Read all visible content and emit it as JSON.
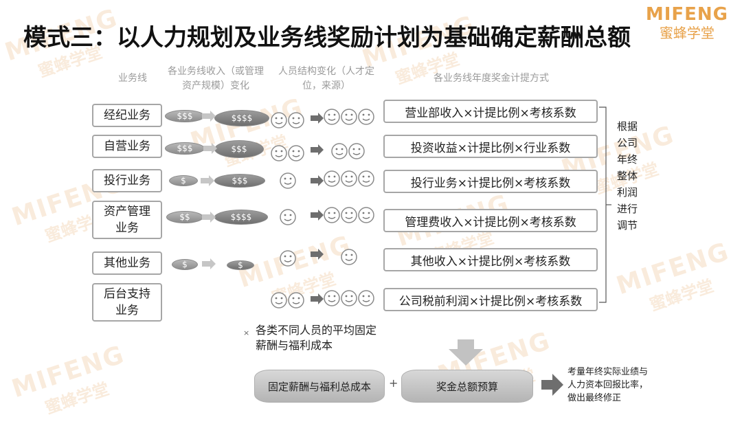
{
  "title": "模式三：以人力规划及业务线奖励计划为基础确定薪酬总额",
  "logo": {
    "en": "MIFENG",
    "cn": "蜜蜂学堂"
  },
  "watermark": {
    "en": "MIFENG",
    "cn": "蜜蜂学堂"
  },
  "headers": {
    "biz_line": "业务线",
    "income_change": "各业务线收入（或管理资产规模）变化",
    "staff_change": "人员结构变化（人才定位，来源）",
    "bonus_method": "各业务线年度奖金计提方式"
  },
  "rows": [
    {
      "name": "经纪业务",
      "income_from": "$$$",
      "income_to": "$$$$",
      "faces_from": 2,
      "faces_to": 3,
      "formula": "营业部收入×计提比例×考核系数"
    },
    {
      "name": "自营业务",
      "income_from": "$$$",
      "income_to": "$$$",
      "faces_from": 2,
      "faces_to": 2,
      "formula": "投资收益×计提比例×行业系数"
    },
    {
      "name": "投行业务",
      "income_from": "$",
      "income_to": "$$$",
      "faces_from": 1,
      "faces_to": 3,
      "formula": "投行业务×计提比例×考核系数"
    },
    {
      "name": "资产管理业务",
      "income_from": "$$",
      "income_to": "$$$$",
      "faces_from": 1,
      "faces_to": 3,
      "formula": "管理费收入×计提比例×考核系数"
    },
    {
      "name": "其他业务",
      "income_from": "$",
      "income_to": "$",
      "faces_from": 1,
      "faces_to": 1,
      "formula": "其他收入×计提比例×考核系数"
    },
    {
      "name": "后台支持业务",
      "income_from": "",
      "income_to": "",
      "faces_from": 2,
      "faces_to": 3,
      "formula": "公司税前利润×计提比例×考核系数"
    }
  ],
  "adjust_note": "根据公司年终整体利润进行调节",
  "note_marker": "×",
  "avg_cost_note": "各类不同人员的平均固定薪酬与福利成本",
  "fixed_total": "固定薪酬与福利总成本",
  "plus": "+",
  "bonus_budget": "奖金总额预算",
  "final_note": "考量年终实际业绩与人力资本回报比率，做出最终修正",
  "colors": {
    "box_border": "#a6a6a6",
    "ellipse": "#9c9c9c",
    "arrow": "#7a7a7a",
    "header_text": "#9a9a9a",
    "logo": "#e8a24a"
  }
}
